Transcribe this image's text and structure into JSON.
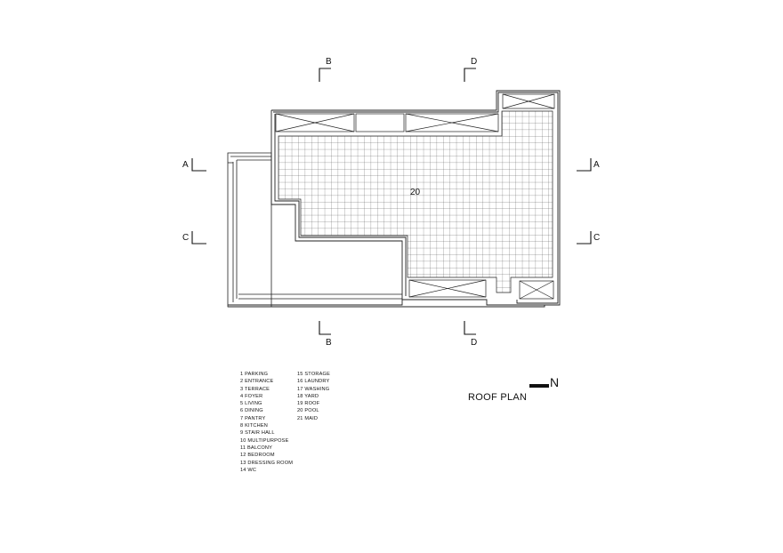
{
  "plan": {
    "title": "ROOF PLAN",
    "north": "N",
    "room_tag": "20"
  },
  "section_markers": {
    "a_left": "A",
    "a_right": "A",
    "b_top": "B",
    "b_bottom": "B",
    "c_left": "C",
    "c_right": "C",
    "d_top": "D",
    "d_bottom": "D"
  },
  "legend": {
    "col1": [
      "1 PARKING",
      "2 ENTRANCE",
      "3 TERRACE",
      "4 FOYER",
      "5 LIVING",
      "6 DINING",
      "7 PANTRY",
      "8 KITCHEN",
      "9 STAIR HALL",
      "10 MULTIPURPOSE",
      "11 BALCONY",
      "12 BEDROOM",
      "13 DRESSING ROOM",
      "14 WC"
    ],
    "col2": [
      "15 STORAGE",
      "16 LAUNDRY",
      "17 WASHING",
      "18 YARD",
      "19 ROOF",
      "20 POOL",
      "21 MAID"
    ]
  }
}
